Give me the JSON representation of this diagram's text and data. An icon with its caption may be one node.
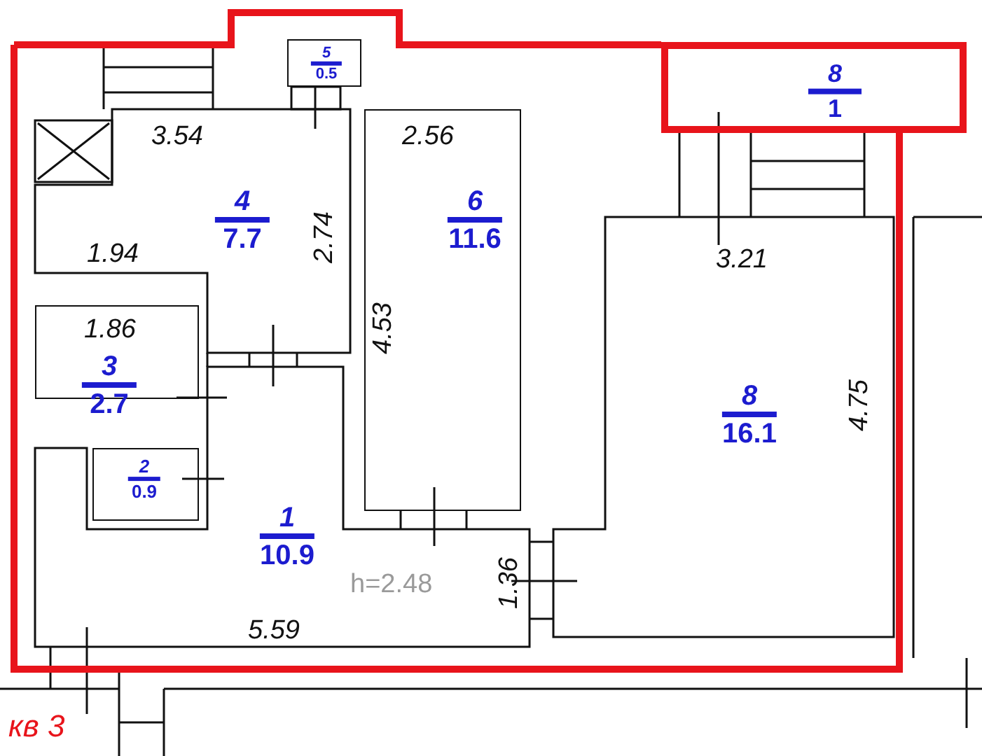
{
  "diagram": {
    "nodes": [
      {
        "text": [
          "5",
          "0.5"
        ]
      },
      {
        "text": [
          "8",
          "1"
        ]
      },
      {
        "text": [
          "4",
          "7.7"
        ]
      },
      {
        "text": [
          "6",
          "11.6"
        ]
      },
      {
        "text": [
          "3",
          "2.7"
        ]
      },
      {
        "text": [
          "8",
          "16.1"
        ]
      },
      {
        "text": [
          "2",
          "0.9"
        ]
      },
      {
        "text": [
          "1",
          "10.9"
        ]
      }
    ],
    "edges": [],
    "labels": [
      "3.54",
      "2.56",
      "2.74",
      "1.94",
      "3.21",
      "1.86",
      "4.53",
      "4.75",
      "h=2.48",
      "1.36",
      "5.59",
      "кв 3"
    ]
  }
}
